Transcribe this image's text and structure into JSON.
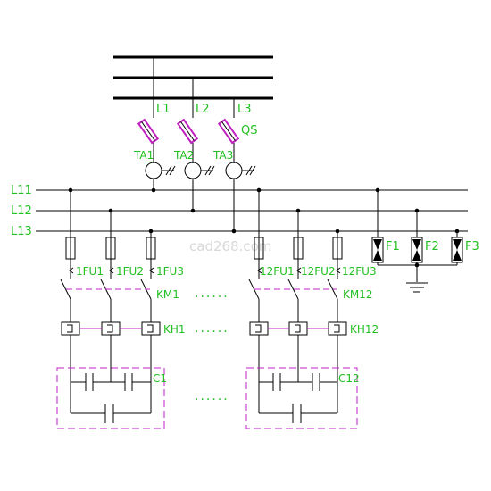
{
  "phases": [
    "L1",
    "L2",
    "L3"
  ],
  "switch_label": "QS",
  "current_transformers": [
    "TA1",
    "TA2",
    "TA3"
  ],
  "bus_lines": [
    "L11",
    "L12",
    "L13"
  ],
  "watermark": "cad268.com",
  "ellipsis": "......",
  "branch1": {
    "fuses": [
      "1FU1",
      "1FU2",
      "1FU3"
    ],
    "contactor": "KM1",
    "relay": "KH1",
    "capacitor": "C1"
  },
  "branch12": {
    "fuses": [
      "12FU1",
      "12FU2",
      "12FU3"
    ],
    "contactor": "KM12",
    "relay": "KH12",
    "capacitor": "C12"
  },
  "arresters": [
    "F1",
    "F2",
    "F3"
  ],
  "colors": {
    "wire": "#000000",
    "label": "#22c022",
    "highlight": "#c020c0"
  }
}
